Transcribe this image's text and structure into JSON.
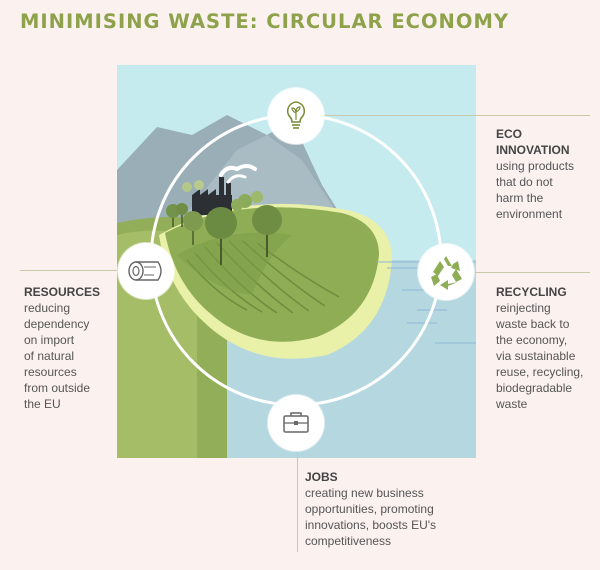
{
  "title": "MINIMISING WASTE: CIRCULAR ECONOMY",
  "nodes": {
    "eco": {
      "heading_1": "ECO",
      "heading_2": "INNOVATION",
      "text": [
        "using products",
        "that do not",
        "harm the",
        "environment"
      ],
      "icon": "lightbulb-icon"
    },
    "recycling": {
      "heading": "RECYCLING",
      "text": [
        "reinjecting",
        "waste back to",
        "the economy,",
        "via sustainable",
        "reuse, recycling,",
        "biodegradable",
        "waste"
      ],
      "icon": "recycle-icon"
    },
    "jobs": {
      "heading": "JOBS",
      "text": [
        "creating new business",
        "opportunities, promoting",
        "innovations, boosts EU's",
        "competitiveness"
      ],
      "icon": "briefcase-icon"
    },
    "resources": {
      "heading": "RESOURCES",
      "text": [
        "reducing",
        "dependency",
        "on import",
        "of natural",
        "resources",
        "from outside",
        "the EU"
      ],
      "icon": "log-icon"
    }
  },
  "colors": {
    "title": "#8da24a",
    "sky": "#c5ebef",
    "mountain": "#9fb3bc",
    "grass": "#8fad55",
    "water": "#b7dbe3",
    "cycle_ring": "#ffffff",
    "connector": "#c8c9a8"
  }
}
